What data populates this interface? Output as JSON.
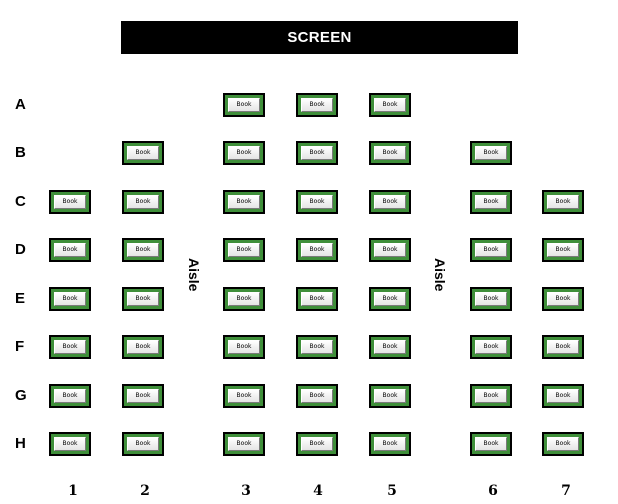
{
  "screen": {
    "label": "SCREEN"
  },
  "aisle_label": "Aisle",
  "rows": [
    "A",
    "B",
    "C",
    "D",
    "E",
    "F",
    "G",
    "H"
  ],
  "columns": [
    "1",
    "2",
    "3",
    "4",
    "5",
    "6",
    "7"
  ],
  "book_label": "Book",
  "seats": {
    "A": [
      "3",
      "4",
      "5"
    ],
    "B": [
      "2",
      "3",
      "4",
      "5",
      "6"
    ],
    "C": [
      "1",
      "2",
      "3",
      "4",
      "5",
      "6",
      "7"
    ],
    "D": [
      "1",
      "2",
      "3",
      "4",
      "5",
      "6",
      "7"
    ],
    "E": [
      "1",
      "2",
      "3",
      "4",
      "5",
      "6",
      "7"
    ],
    "F": [
      "1",
      "2",
      "3",
      "4",
      "5",
      "6",
      "7"
    ],
    "G": [
      "1",
      "2",
      "3",
      "4",
      "5",
      "6",
      "7"
    ],
    "H": [
      "1",
      "2",
      "3",
      "4",
      "5",
      "6",
      "7"
    ]
  },
  "colors": {
    "seat_border": "#000000",
    "seat_fill": "#3f8f3a",
    "screen_bg": "#000000",
    "screen_text": "#ffffff"
  }
}
